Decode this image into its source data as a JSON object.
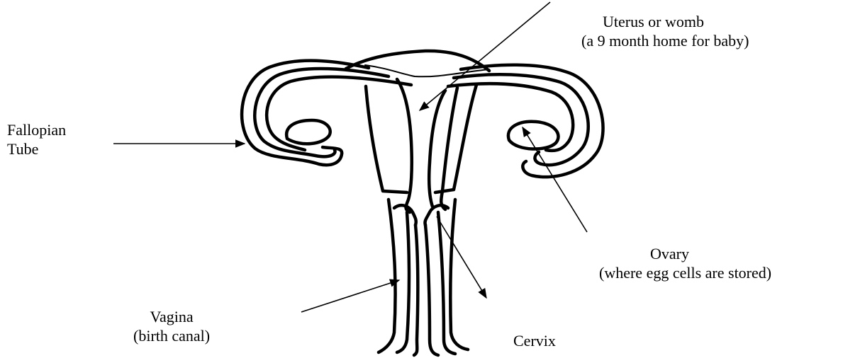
{
  "labels": {
    "fallopian": {
      "line1": "Fallopian",
      "line2": "Tube"
    },
    "uterus": {
      "line1": "Uterus or womb",
      "line2": "(a 9 month home for baby)"
    },
    "ovary": {
      "line1": "Ovary",
      "line2": "(where egg cells are stored)"
    },
    "vagina": {
      "line1": "Vagina",
      "line2": "(birth canal)"
    },
    "cervix": {
      "line1": "Cervix"
    }
  },
  "colors": {
    "ink": "#000000",
    "background": "#ffffff"
  }
}
